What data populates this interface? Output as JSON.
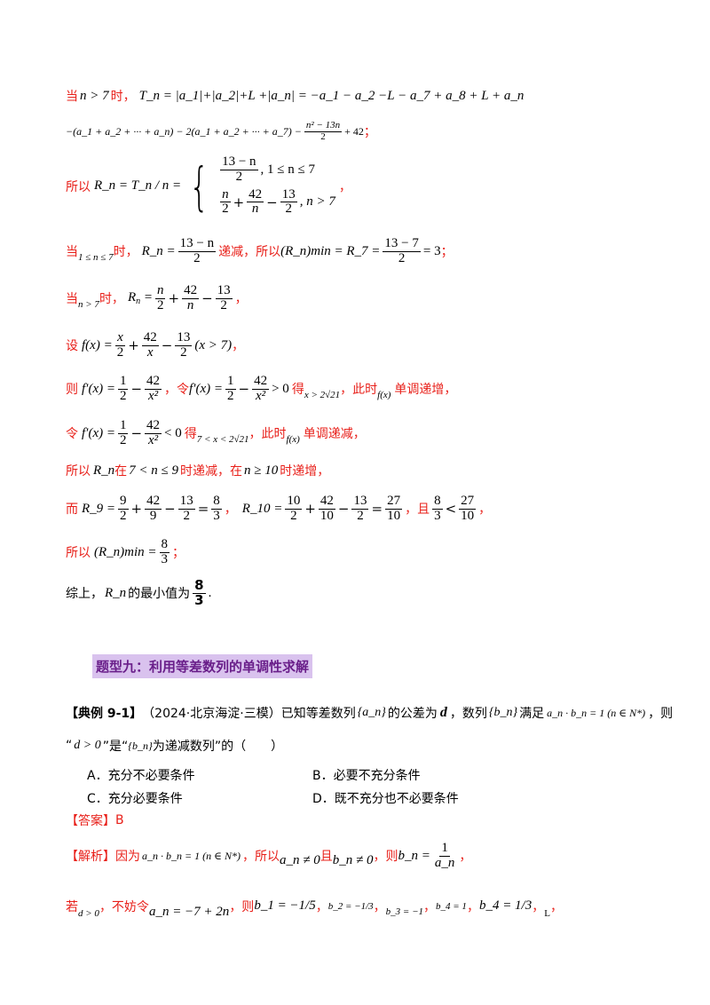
{
  "l1": {
    "pre": "当",
    "cond": "n > 7",
    "when": "时，",
    "expr": "T_n = |a_1|+|a_2|+L +|a_n| = −a_1 − a_2 −L − a_7 + a_8 + L + a_n"
  },
  "l2": {
    "expr_a": "−(a_1 + a_2 + ··· + a_n) − 2(a_1 + a_2 + ··· + a_7) −",
    "num": "n² − 13n",
    "den": "2",
    "tail": "+ 42",
    "end": "；"
  },
  "l3": {
    "pre": "所以",
    "lhs": "R_n = T_n / n =",
    "c1_num": "13 − n",
    "c1_den": "2",
    "c1_cond": ", 1 ≤ n ≤ 7",
    "c2_a": "n",
    "c2_b": "2",
    "c2_c": "42",
    "c2_d": "n",
    "c2_e": "13",
    "c2_f": "2",
    "c2_cond": ", n > 7",
    "end": "，"
  },
  "l4": {
    "pre": "当",
    "cond": "1 ≤ n ≤ 7",
    "when": "时，",
    "eq1": "R_n =",
    "num1": "13 − n",
    "den1": "2",
    "mid": "递减，所以",
    "eq2": "(R_n)min = R_7 =",
    "num2": "13 − 7",
    "den2": "2",
    "res": "= 3",
    "end": "；"
  },
  "l5": {
    "pre": "当",
    "cond": "n > 7",
    "when": "时，",
    "end": "，"
  },
  "l6": {
    "pre": "设",
    "cond": "(x > 7)",
    "end": "，"
  },
  "l7": {
    "pre": "则",
    "cond1": "> 0",
    "de": "得",
    "cond2": "x > 2√21",
    "mid": "，此时",
    "fx": "f(x)",
    "tail": "单调递增，",
    "ling": "，令"
  },
  "l8": {
    "pre": "令",
    "cond1": "< 0",
    "de": "得",
    "cond2": "7 < x < 2√21",
    "mid": "，此时",
    "fx": "f(x)",
    "tail": "单调递减，"
  },
  "l9": {
    "pre": "所以",
    "rn": "R_n",
    "a": "在",
    "cond1": "7 < n ≤ 9",
    "b": "时递减，在",
    "cond2": "n ≥ 10",
    "c": "时递增，"
  },
  "l10": {
    "pre": "而",
    "r9": "R_9 =",
    "r10": "R_10 =",
    "qie": "且",
    "end": "，"
  },
  "l11": {
    "pre": "所以",
    "lhs": "(R_n)min =",
    "num": "8",
    "den": "3",
    "end": "；"
  },
  "l12": {
    "pre": "综上，",
    "rn": "R_n",
    "mid": "的最小值为",
    "num": "8",
    "den": "3",
    "end": "."
  },
  "heading": "题型九：利用等差数列的单调性求解",
  "ex": {
    "tag": "【典例 9-1】",
    "src": "（2024·北京海淀·三模）已知等差数列",
    "an": "{a_n}",
    "mid": "的公差为",
    "d": "d",
    "mid2": "，数列",
    "bn": "{b_n}",
    "mid3": "满足",
    "cond": "a_n · b_n = 1 (n ∈ N*)",
    "end": "，则"
  },
  "ex2": {
    "q1": "“",
    "d": "d > 0",
    "q2": "”是“",
    "bn": "{b_n}",
    "q3": "为递减数列”的（　　）"
  },
  "options": {
    "A": "A．充分不必要条件",
    "B": "B．必要不充分条件",
    "C": "C．充分必要条件",
    "D": "D．既不充分也不必要条件"
  },
  "answer": {
    "tag": "【答案】",
    "val": "B"
  },
  "analysis": {
    "tag": "【解析】",
    "a": "因为",
    "cond": "a_n · b_n = 1 (n ∈ N*)",
    "b": "，所以",
    "c1": "a_n ≠ 0",
    "qie": "且",
    "c2": "b_n ≠ 0",
    "c": "，则",
    "bn": "b_n =",
    "num": "1",
    "den": "a_n",
    "end": "，"
  },
  "last": {
    "pre": "若",
    "d": "d > 0",
    "a": "，不妨令",
    "an": "a_n = −7 + 2n",
    "b": "，则",
    "b1": "b_1 = −1/5",
    "b2": "b_2 = −1/3",
    "b3": "b_3 = −1",
    "b4": "b_4 = 1",
    "b5": "b_4 = 1/3",
    "L": "L",
    "end": "，"
  }
}
